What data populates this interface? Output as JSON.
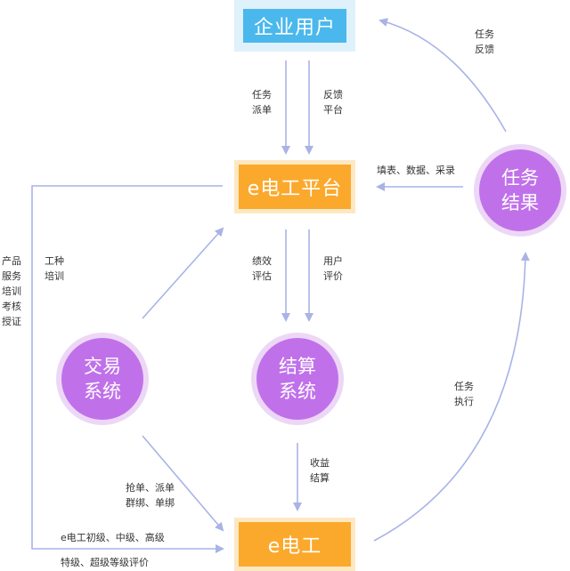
{
  "nodes": {
    "enterprise_user": "企业用户",
    "platform": "e电工平台",
    "worker": "e电工",
    "task_result": [
      "任务",
      "结果"
    ],
    "trade_system": [
      "交易",
      "系统"
    ],
    "settle_system": [
      "结算",
      "系统"
    ]
  },
  "edge_labels": {
    "task_dispatch": [
      "任务",
      "派单"
    ],
    "feedback_platform": [
      "反馈",
      "平台"
    ],
    "task_feedback": [
      "任务",
      "反馈"
    ],
    "fill_data": "填表、数据、采录",
    "performance": [
      "绩效",
      "评估"
    ],
    "user_review": [
      "用户",
      "评价"
    ],
    "training": [
      "工种",
      "培训"
    ],
    "product_service": [
      "产品",
      "服务",
      "培训",
      "考核",
      "授证"
    ],
    "task_exec": [
      "任务",
      "执行"
    ],
    "income": [
      "收益",
      "结算"
    ],
    "grab_order": [
      "抢单、派单",
      "群绑、单绑"
    ],
    "levels_1": "e电工初级、中级、高级",
    "levels_2": "特级、超级等级评价"
  },
  "colors": {
    "user_box": "#4ab8ec",
    "orange_box": "#fba92c",
    "circle": "#c071ea",
    "arrow": "#a9b3e6"
  }
}
